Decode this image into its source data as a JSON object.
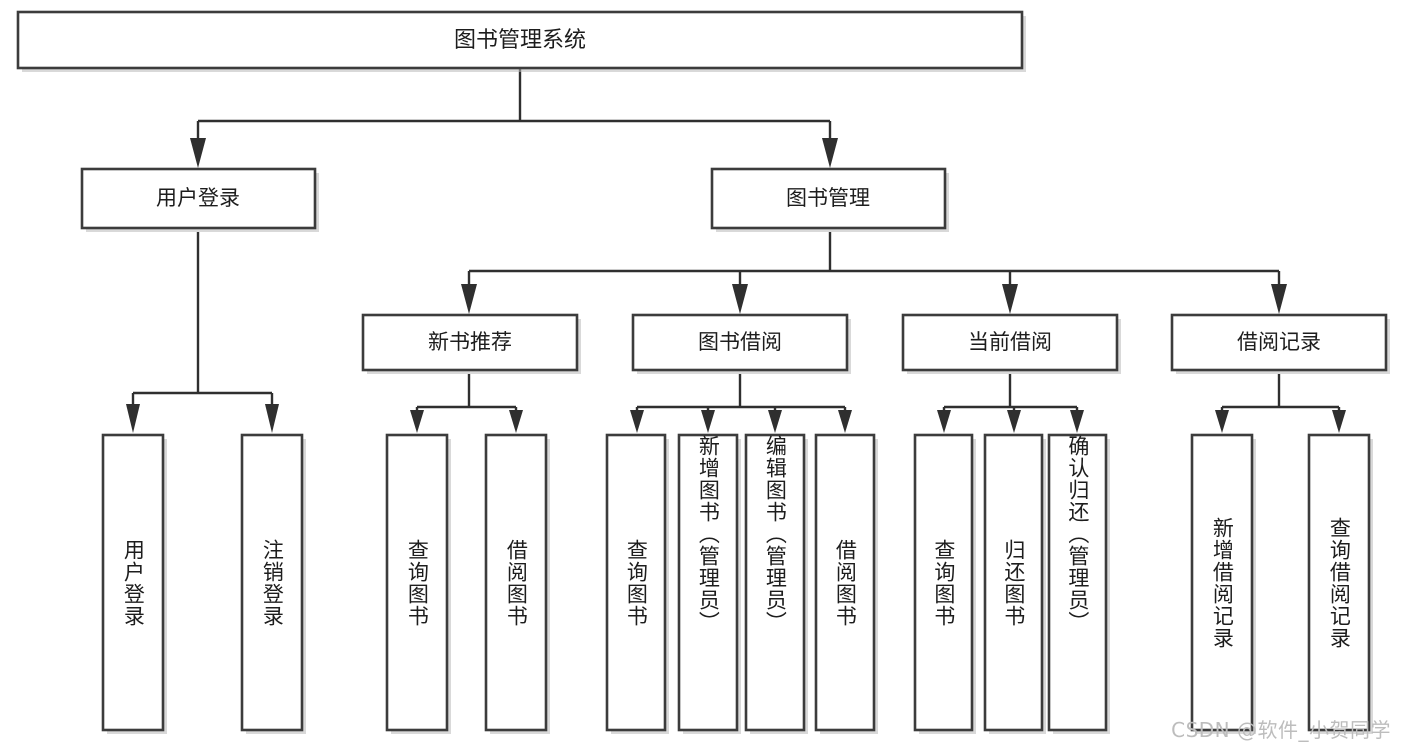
{
  "diagram": {
    "type": "tree",
    "title": "图书管理系统",
    "orientation": "top-down",
    "colors": {
      "box_fill": "#ffffff",
      "box_stroke": "#3c3c3c",
      "connector": "#2f2f2f",
      "text": "#1d1d1d",
      "watermark": "#bdbdbd"
    },
    "root": {
      "label": "图书管理系统"
    },
    "level2": [
      {
        "label": "用户登录"
      },
      {
        "label": "图书管理"
      }
    ],
    "level3": [
      {
        "label": "新书推荐"
      },
      {
        "label": "图书借阅"
      },
      {
        "label": "当前借阅"
      },
      {
        "label": "借阅记录"
      }
    ],
    "leaves": {
      "user_login": [
        {
          "label": "用户登录"
        },
        {
          "label": "注销登录"
        }
      ],
      "new_book_recommend": [
        {
          "label": "查询图书"
        },
        {
          "label": "借阅图书"
        }
      ],
      "book_borrow": [
        {
          "label": "查询图书"
        },
        {
          "label": "新增图书（管理员）"
        },
        {
          "label": "编辑图书（管理员）"
        },
        {
          "label": "借阅图书"
        }
      ],
      "current_borrow": [
        {
          "label": "查询图书"
        },
        {
          "label": "归还图书"
        },
        {
          "label": "确认归还（管理员）"
        }
      ],
      "borrow_record": [
        {
          "label": "新增借阅记录"
        },
        {
          "label": "查询借阅记录"
        }
      ]
    }
  },
  "watermark": {
    "text": "CSDN @软件_小贺同学"
  }
}
